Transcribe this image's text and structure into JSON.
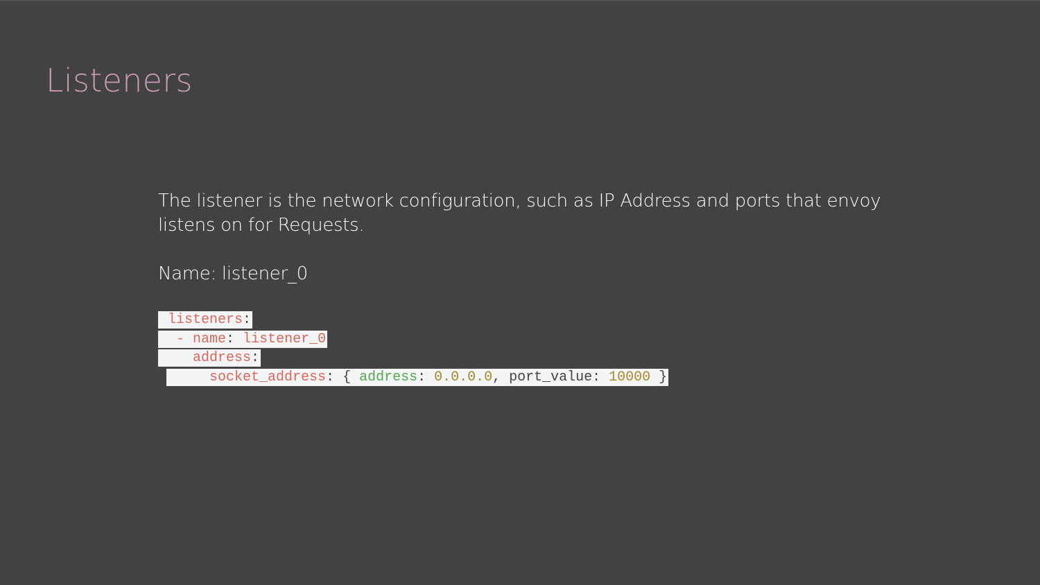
{
  "slide": {
    "title": "Listeners",
    "description": "The listener is the network configuration, such as IP Address and ports that envoy listens on for Requests.",
    "name_line": "Name: listener_0"
  },
  "code": {
    "line1": {
      "key": "listeners",
      "colon": ":"
    },
    "line2": {
      "dash": "- ",
      "key": "name",
      "colon": ": ",
      "value": "listener_0"
    },
    "line3": {
      "key": "address",
      "colon": ":"
    },
    "line4": {
      "key": "socket_address",
      "colon": ": { ",
      "addr_key": "address",
      "addr_colon": ": ",
      "addr_value": "0.0.0.0",
      "sep": ", port_value: ",
      "port_value": "10000",
      "close": " }"
    }
  }
}
